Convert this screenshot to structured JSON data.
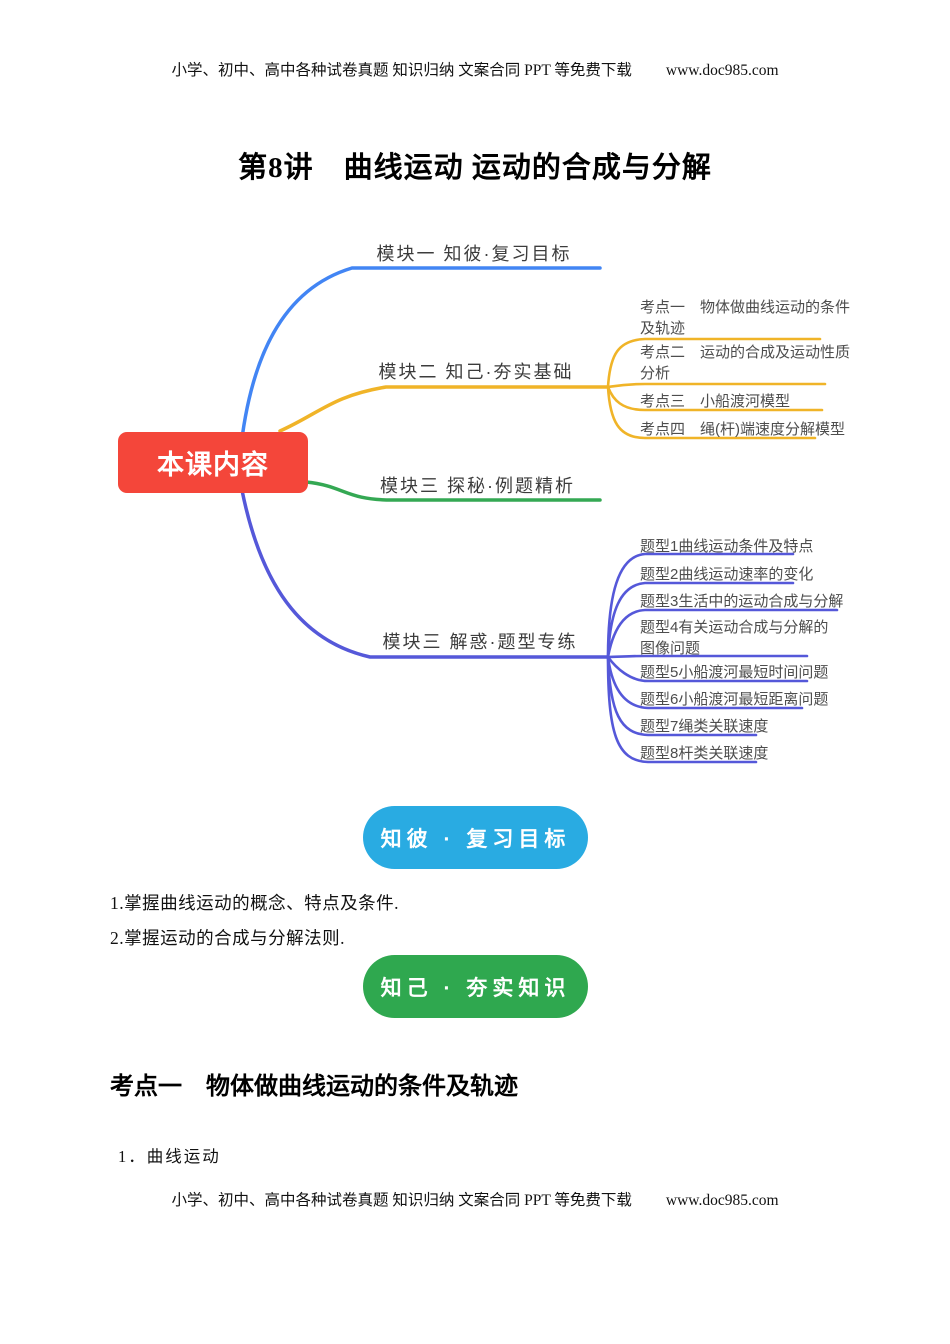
{
  "header": {
    "text": "小学、初中、高中各种试卷真题 知识归纳 文案合同 PPT 等免费下载",
    "url": "www.doc985.com"
  },
  "title": "第8讲　曲线运动 运动的合成与分解",
  "mindmap": {
    "root": {
      "label": "本课内容",
      "color": "#F4463A"
    },
    "branches": [
      {
        "label": "模块一 知彼·复习目标",
        "color": "#4285F4",
        "children": []
      },
      {
        "label": "模块二 知己·夯实基础",
        "color": "#F0B428",
        "children": [
          "考点一　物体做曲线运动的条件及轨迹",
          "考点二　运动的合成及运动性质分析",
          "考点三　小船渡河模型",
          "考点四　绳(杆)端速度分解模型"
        ]
      },
      {
        "label": "模块三 探秘·例题精析",
        "color": "#34A853",
        "children": []
      },
      {
        "label": "模块三 解惑·题型专练",
        "color": "#5558D9",
        "children": [
          "题型1曲线运动条件及特点",
          "题型2曲线运动速率的变化",
          "题型3生活中的运动合成与分解",
          "题型4有关运动合成与分解的图像问题",
          "题型5小船渡河最短时间问题",
          "题型6小船渡河最短距离问题",
          "题型7绳类关联速度",
          "题型8杆类关联速度"
        ]
      }
    ]
  },
  "section_review": {
    "badge": "知彼 · 复习目标",
    "badge_color": "#29ABE2",
    "goals": [
      "1.掌握曲线运动的概念、特点及条件.",
      "2.掌握运动的合成与分解法则."
    ]
  },
  "section_basics": {
    "badge": "知己 · 夯实知识",
    "badge_color": "#2FA84F"
  },
  "kaodian": {
    "heading": "考点一　物体做曲线运动的条件及轨迹",
    "first_point": "1．曲线运动"
  },
  "footer": {
    "text": "小学、初中、高中各种试卷真题 知识归纳 文案合同 PPT 等免费下载",
    "url": "www.doc985.com"
  }
}
